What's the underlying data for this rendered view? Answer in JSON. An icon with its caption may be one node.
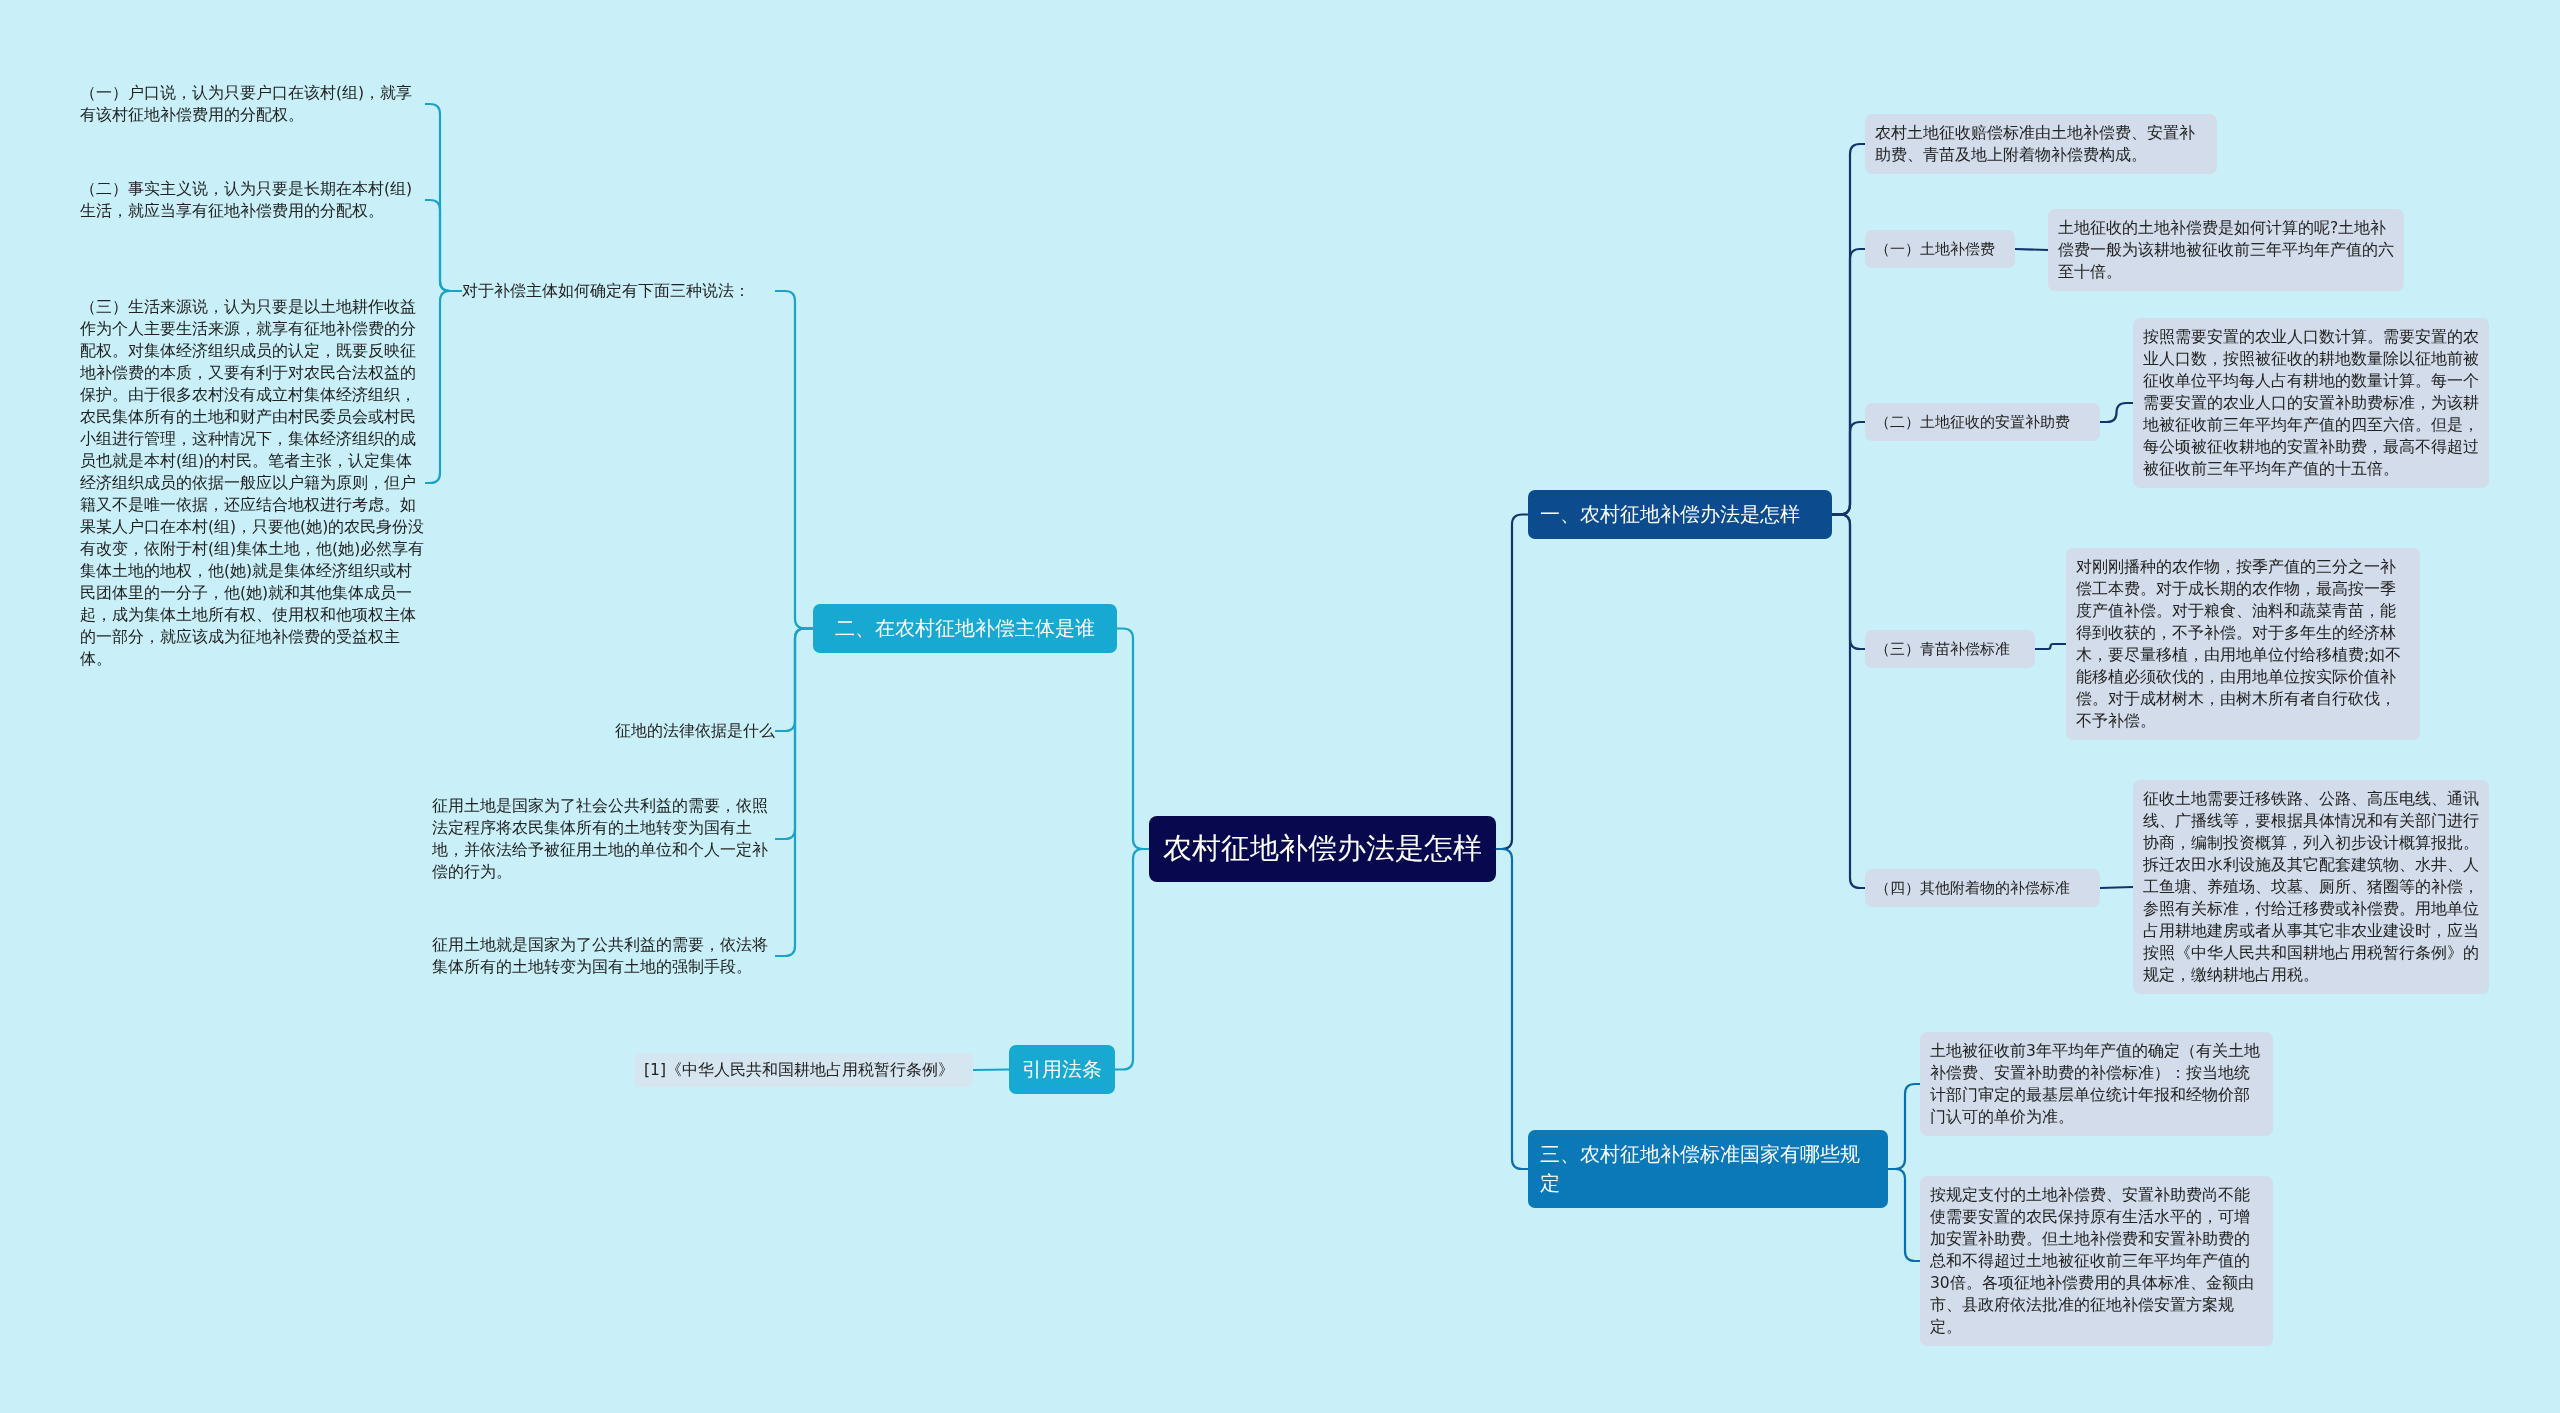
{
  "diagram": {
    "nodes": [
      {
        "text": [
          "农村征地补偿办法是怎样"
        ]
      },
      {
        "text": [
          "一、农村征地补偿办法是怎样"
        ]
      },
      {
        "text": [
          "农村土地征收赔偿标准由土地补偿费、安置补助费、青苗及地上附着物补偿费构成。"
        ]
      },
      {
        "text": [
          "（一）土地补偿费"
        ]
      },
      {
        "text": [
          "土地征收的土地补偿费是如何计算的呢?土地补偿费一般为该耕地被征收前三年平均年产值的六至十倍。"
        ]
      },
      {
        "text": [
          "（二）土地征收的安置补助费"
        ]
      },
      {
        "text": [
          "按照需要安置的农业人口数计算。需要安置的农业人口数，按照被征收的耕地数量除以征地前被征收单位平均每人占有耕地的数量计算。每一个需要安置的农业人口的安置补助费标准，为该耕地被征收前三年平均年产值的四至六倍。但是，每公顷被征收耕地的安置补助费，最高不得超过被征收前三年平均年产值的十五倍。"
        ]
      },
      {
        "text": [
          "（三）青苗补偿标准"
        ]
      },
      {
        "text": [
          "对刚刚播种的农作物，按季产值的三分之一补偿工本费。对于成长期的农作物，最高按一季度产值补偿。对于粮食、油料和蔬菜青苗，能得到收获的，不予补偿。对于多年生的经济林木，要尽量移植，由用地单位付给移植费;如不能移植必须砍伐的，由用地单位按实际价值补偿。对于成材树木，由树木所有者自行砍伐，不予补偿。"
        ]
      },
      {
        "text": [
          "（四）其他附着物的补偿标准"
        ]
      },
      {
        "text": [
          "征收土地需要迁移铁路、公路、高压电线、通讯线、广播线等，要根据具体情况和有关部门进行协商，编制投资概算，列入初步设计概算报批。拆迁农田水利设施及其它配套建筑物、水井、人工鱼塘、养殖场、坟墓、厕所、猪圈等的补偿，参照有关标准，付给迁移费或补偿费。用地单位占用耕地建房或者从事其它非农业建设时，应当按照《中华人民共和国耕地占用税暂行条例》的规定，缴纳耕地占用税。"
        ]
      },
      {
        "text": [
          "三、农村征地补偿标准国家有哪些规定"
        ]
      },
      {
        "text": [
          "土地被征收前3年平均年产值的确定（有关土地补偿费、安置补助费的补偿标准）：按当地统计部门审定的最基层单位统计年报和经物价部门认可的单价为准。"
        ]
      },
      {
        "text": [
          "按规定支付的土地补偿费、安置补助费尚不能使需要安置的农民保持原有生活水平的，可增加安置补助费。但土地补偿费和安置补助费的总和不得超过土地被征收前三年平均年产值的30倍。各项征地补偿费用的具体标准、金额由市、县政府依法批准的征地补偿安置方案规定。"
        ]
      },
      {
        "text": [
          "二、在农村征地补偿主体是谁"
        ]
      },
      {
        "text": [
          "对于补偿主体如何确定有下面三种说法："
        ]
      },
      {
        "text": [
          "（一）户口说，认为只要户口在该村(组)，就享有该村征地补偿费用的分配权。"
        ]
      },
      {
        "text": [
          "（二）事实主义说，认为只要是长期在本村(组)生活，就应当享有征地补偿费用的分配权。"
        ]
      },
      {
        "text": [
          "（三）生活来源说，认为只要是以土地耕作收益作为个人主要生活来源，就享有征地补偿费的分配权。对集体经济组织成员的认定，既要反映征地补偿费的本质，又要有利于对农民合法权益的保护。由于很多农村没有成立村集体经济组织，农民集体所有的土地和财产由村民委员会或村民小组进行管理，这种情况下，集体经济组织的成员也就是本村(组)的村民。笔者主张，认定集体经济组织成员的依据一般应以户籍为原则，但户籍又不是唯一依据，还应结合地权进行考虑。如果某人户口在本村(组)，只要他(她)的农民身份没有改变，依附于村(组)集体土地，他(她)必然享有集体土地的地权，他(她)就是集体经济组织或村民团体里的一分子，他(她)就和其他集体成员一起，成为集体土地所有权、使用权和他项权主体的一部分，就应该成为征地补偿费的受益权主体。"
        ]
      },
      {
        "text": [
          "征地的法律依据是什么"
        ]
      },
      {
        "text": [
          "征用土地是国家为了社会公共利益的需要，依照法定程序将农民集体所有的土地转变为国有土地，并依法给予被征用土地的单位和个人一定补偿的行为。"
        ]
      },
      {
        "text": [
          "征用土地就是国家为了公共利益的需要，依法将集体所有的土地转变为国有土地的强制手段。"
        ]
      },
      {
        "text": [
          "引用法条"
        ]
      },
      {
        "text": [
          "[1]《中华人民共和国耕地占用税暂行条例》"
        ]
      }
    ],
    "edges": [
      {
        "from": 0,
        "to": 1,
        "arrow": "none",
        "color": "#13336b"
      },
      {
        "from": 1,
        "to": 2,
        "arrow": "none",
        "color": "#13336b"
      },
      {
        "from": 1,
        "to": 3,
        "arrow": "none",
        "color": "#13336b"
      },
      {
        "from": 3,
        "to": 4,
        "arrow": "none",
        "color": "#13336b"
      },
      {
        "from": 1,
        "to": 5,
        "arrow": "none",
        "color": "#13336b"
      },
      {
        "from": 5,
        "to": 6,
        "arrow": "none",
        "color": "#13336b"
      },
      {
        "from": 1,
        "to": 7,
        "arrow": "none",
        "color": "#13336b"
      },
      {
        "from": 7,
        "to": 8,
        "arrow": "none",
        "color": "#13336b"
      },
      {
        "from": 1,
        "to": 9,
        "arrow": "none",
        "color": "#13336b"
      },
      {
        "from": 9,
        "to": 10,
        "arrow": "none",
        "color": "#13336b"
      },
      {
        "from": 0,
        "to": 11,
        "arrow": "none",
        "color": "#0b6fae"
      },
      {
        "from": 11,
        "to": 12,
        "arrow": "none",
        "color": "#0b6fae"
      },
      {
        "from": 11,
        "to": 13,
        "arrow": "none",
        "color": "#0b6fae"
      },
      {
        "from": 0,
        "to": 14,
        "arrow": "none",
        "color": "#1aa2c8"
      },
      {
        "from": 14,
        "to": 15,
        "arrow": "none",
        "color": "#1aa2c8"
      },
      {
        "from": 15,
        "to": 16,
        "arrow": "none",
        "color": "#1aa2c8"
      },
      {
        "from": 15,
        "to": 17,
        "arrow": "none",
        "color": "#1aa2c8"
      },
      {
        "from": 15,
        "to": 18,
        "arrow": "none",
        "color": "#1aa2c8"
      },
      {
        "from": 14,
        "to": 19,
        "arrow": "none",
        "color": "#1aa2c8"
      },
      {
        "from": 14,
        "to": 20,
        "arrow": "none",
        "color": "#1aa2c8"
      },
      {
        "from": 14,
        "to": 21,
        "arrow": "none",
        "color": "#1aa2c8"
      },
      {
        "from": 0,
        "to": 22,
        "arrow": "none",
        "color": "#1aa2c8"
      },
      {
        "from": 22,
        "to": 23,
        "arrow": "none",
        "color": "#1aa2c8"
      }
    ]
  }
}
